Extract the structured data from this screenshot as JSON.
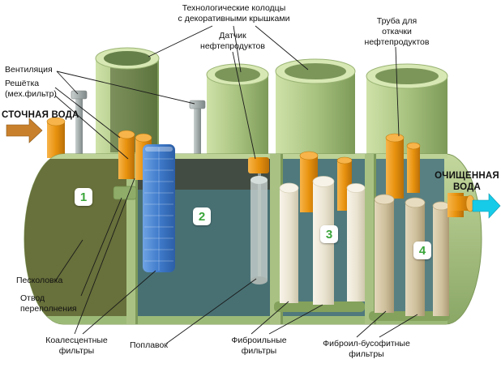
{
  "labels": {
    "tech_wells": "Технологические колодцы\nс декоративными крышками",
    "oil_pump_pipe": "Труба для\nоткачки\nнефтепродуктов",
    "oil_sensor": "Датчик\nнефтепродуктов",
    "ventilation": "Вентиляция",
    "grid_mech_filter": "Решётка\n(мех.фильтр)",
    "inflow": "СТОЧНАЯ ВОДА",
    "outflow": "ОЧИЩЕННАЯ\nВОДА",
    "sand_trap": "Песколовка",
    "overflow_outlet": "Отвод\nпереполнения",
    "coalescent_filters": "Коалесцентные\nфильтры",
    "float": "Поплавок",
    "fibroil_filters": "Фиброильные\nфильтры",
    "fibroil_busofit_filters": "Фиброил-бусофитные\nфильтры"
  },
  "chambers": [
    "1",
    "2",
    "3",
    "4"
  ],
  "colors": {
    "inflow_arrow": "#c9802c",
    "outflow_arrow": "#16cbe8",
    "chamber_number_green": "#3aa53a",
    "tank_shell_green": "#aec489",
    "well_green": "#a8c27f",
    "filter_orange": "#e8920e",
    "coalescent_blue": "#3f7bcb"
  }
}
